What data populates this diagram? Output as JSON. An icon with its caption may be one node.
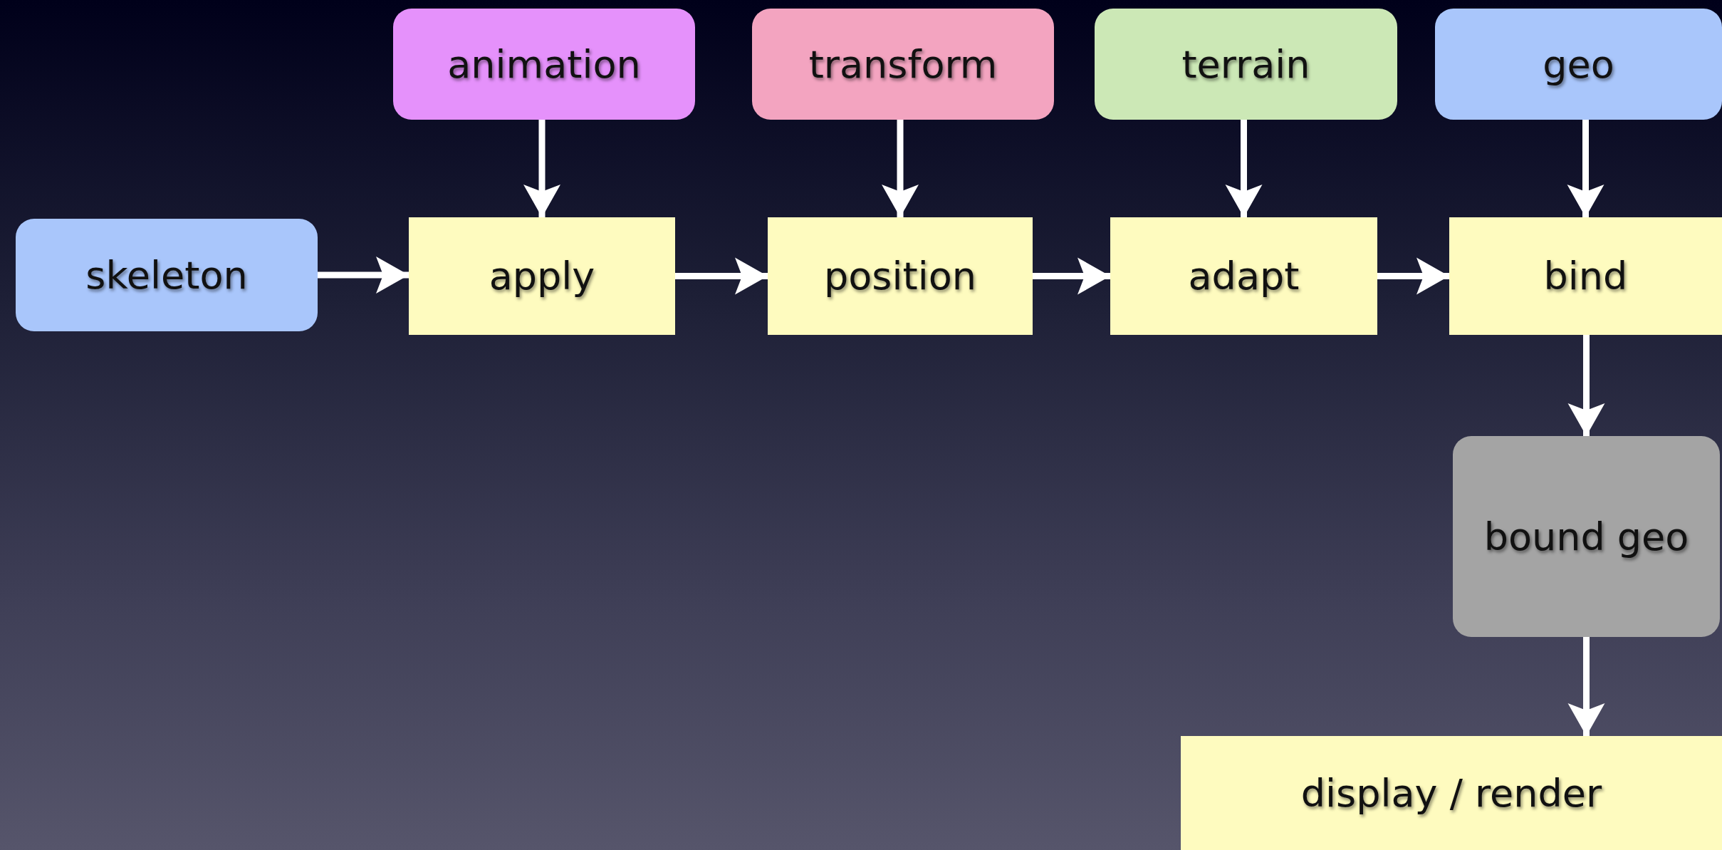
{
  "diagram": {
    "nodes": [
      {
        "text": [
          "animation"
        ]
      },
      {
        "text": [
          "transform"
        ]
      },
      {
        "text": [
          "terrain"
        ]
      },
      {
        "text": [
          "geo"
        ]
      },
      {
        "text": [
          "skeleton"
        ]
      },
      {
        "text": [
          "apply"
        ]
      },
      {
        "text": [
          "position"
        ]
      },
      {
        "text": [
          "adapt"
        ]
      },
      {
        "text": [
          "bind"
        ]
      },
      {
        "text": [
          "bound geo"
        ]
      },
      {
        "text": [
          "display / render"
        ]
      }
    ],
    "edges": [
      {
        "from": 0,
        "to": 5,
        "arrow": "to"
      },
      {
        "from": 1,
        "to": 6,
        "arrow": "to"
      },
      {
        "from": 2,
        "to": 7,
        "arrow": "to"
      },
      {
        "from": 3,
        "to": 8,
        "arrow": "to"
      },
      {
        "from": 4,
        "to": 5,
        "arrow": "to"
      },
      {
        "from": 5,
        "to": 6,
        "arrow": "to"
      },
      {
        "from": 6,
        "to": 7,
        "arrow": "to"
      },
      {
        "from": 7,
        "to": 8,
        "arrow": "to"
      },
      {
        "from": 8,
        "to": 9,
        "arrow": "to"
      },
      {
        "from": 9,
        "to": 10,
        "arrow": "to"
      }
    ]
  }
}
